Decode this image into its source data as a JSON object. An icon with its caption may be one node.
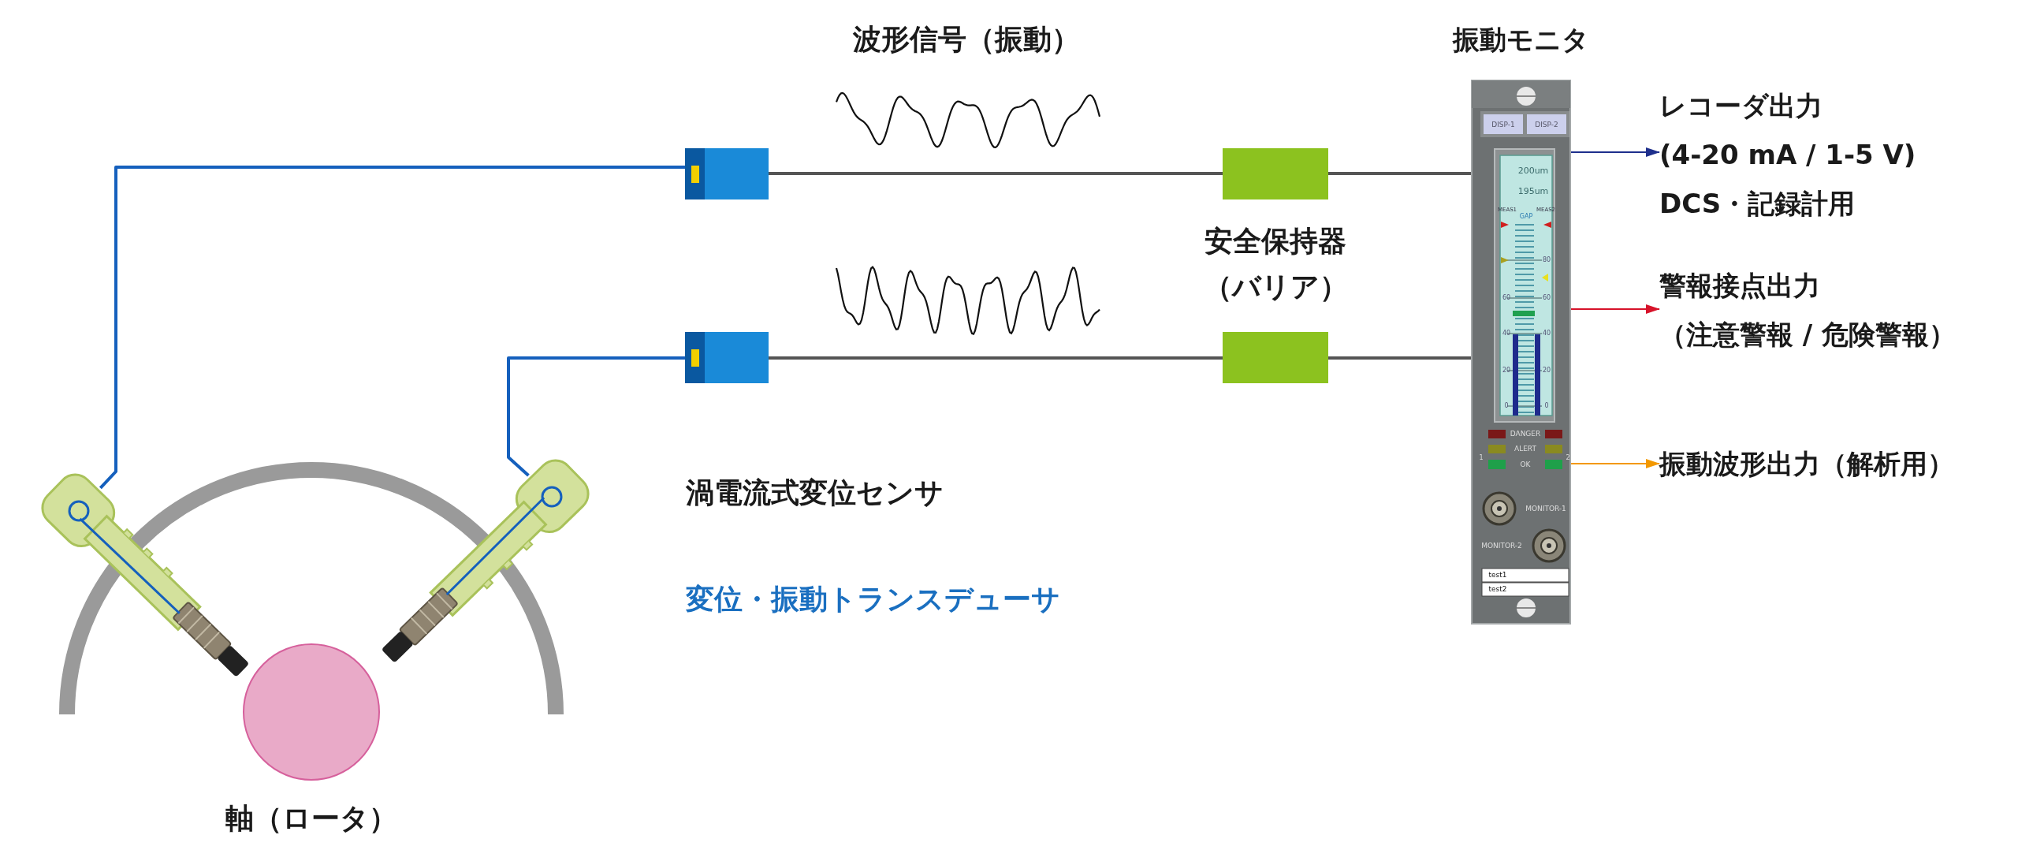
{
  "diagram": {
    "nodes": [
      {
        "text": [],
        "shape": "picture"
      },
      {
        "text": [],
        "shape": "picture"
      },
      {
        "text": [],
        "shape": "box"
      },
      {
        "text": [],
        "shape": "box"
      },
      {
        "text": [],
        "shape": "box"
      },
      {
        "text": [],
        "shape": "box"
      },
      {
        "text": [
          "振動モニタ"
        ]
      },
      {
        "text": [
          "レコーダ出力",
          "(4-20 mA / 1-5 V)",
          "DCS・記録計用"
        ]
      },
      {
        "text": [
          "警報接点出力",
          "（注意警報 / 危険警報）"
        ]
      },
      {
        "text": [
          "振動波形出力（解析用）"
        ]
      },
      {
        "text": [
          "軸（ロータ）"
        ]
      }
    ],
    "edges": [
      {
        "from": 0,
        "to": 2,
        "arrow": "none",
        "color": "#1560bd"
      },
      {
        "from": 1,
        "to": 3,
        "arrow": "none",
        "color": "#1560bd"
      },
      {
        "from": 2,
        "to": 4,
        "arrow": "none"
      },
      {
        "from": 3,
        "to": 5,
        "arrow": "none"
      },
      {
        "from": 4,
        "to": 6,
        "arrow": "none"
      },
      {
        "from": 5,
        "to": 6,
        "arrow": "none"
      },
      {
        "from": 6,
        "to": 7,
        "arrow": "to",
        "color": "#1e2f8c"
      },
      {
        "from": 6,
        "to": 8,
        "arrow": "to",
        "color": "#d7132a"
      },
      {
        "from": 6,
        "to": 9,
        "arrow": "to",
        "color": "#f39800"
      }
    ],
    "labels": [
      "波形信号（振動）",
      "DISP-1",
      "DISP-2",
      "200um",
      "195um",
      "MEAS1",
      "MEAS2",
      "GAP",
      "80",
      "60",
      "60",
      "40",
      "40",
      "20",
      "20",
      "0",
      "0",
      "安全保持器（バリア）",
      "DANGER",
      "ALERT",
      "1",
      "2",
      "OK",
      "MONITOR-1",
      "MONITOR-2",
      "test1",
      "test2",
      "渦電流式変位センサ",
      "変位・振動トランスデューサ"
    ]
  }
}
